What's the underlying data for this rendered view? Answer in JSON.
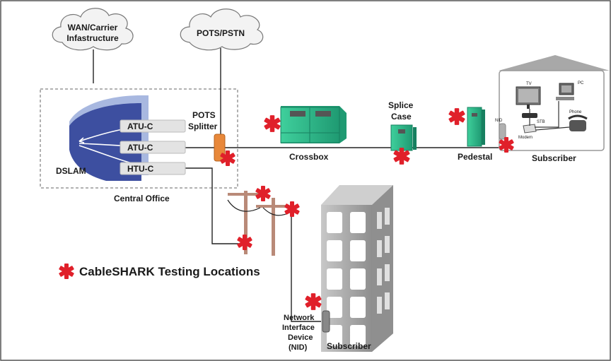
{
  "clouds": {
    "wan_line1": "WAN/Carrier",
    "wan_line2": "Infastructure",
    "pots": "POTS/PSTN"
  },
  "central_office": {
    "label": "Central Office",
    "dslam": "DSLAM",
    "ports": [
      "ATU-C",
      "ATU-C",
      "HTU-C"
    ],
    "splitter_line1": "POTS",
    "splitter_line2": "Splitter"
  },
  "outside_plant": {
    "crossbox": "Crossbox",
    "splice_line1": "Splice",
    "splice_line2": "Case",
    "pedestal": "Pedestal"
  },
  "subscriber_house": {
    "label": "Subscriber",
    "nid": "NID",
    "tv": "TV",
    "pc": "PC",
    "stb": "STB",
    "modem": "Modem",
    "phone": "Phone"
  },
  "building": {
    "nid_line1": "Network",
    "nid_line2": "Interface",
    "nid_line3": "Device",
    "nid_line4": "(NID)",
    "label": "Subscriber"
  },
  "legend": {
    "text": "CableSHARK Testing Locations",
    "marker_color": "#e0202a"
  },
  "colors": {
    "equipment_green": "#2bb58a",
    "dslam_blue": "#3d4fa0",
    "splitter_orange": "#e8883a",
    "pole_brown": "#b98a78",
    "building_gray": "#9a9a9a"
  }
}
